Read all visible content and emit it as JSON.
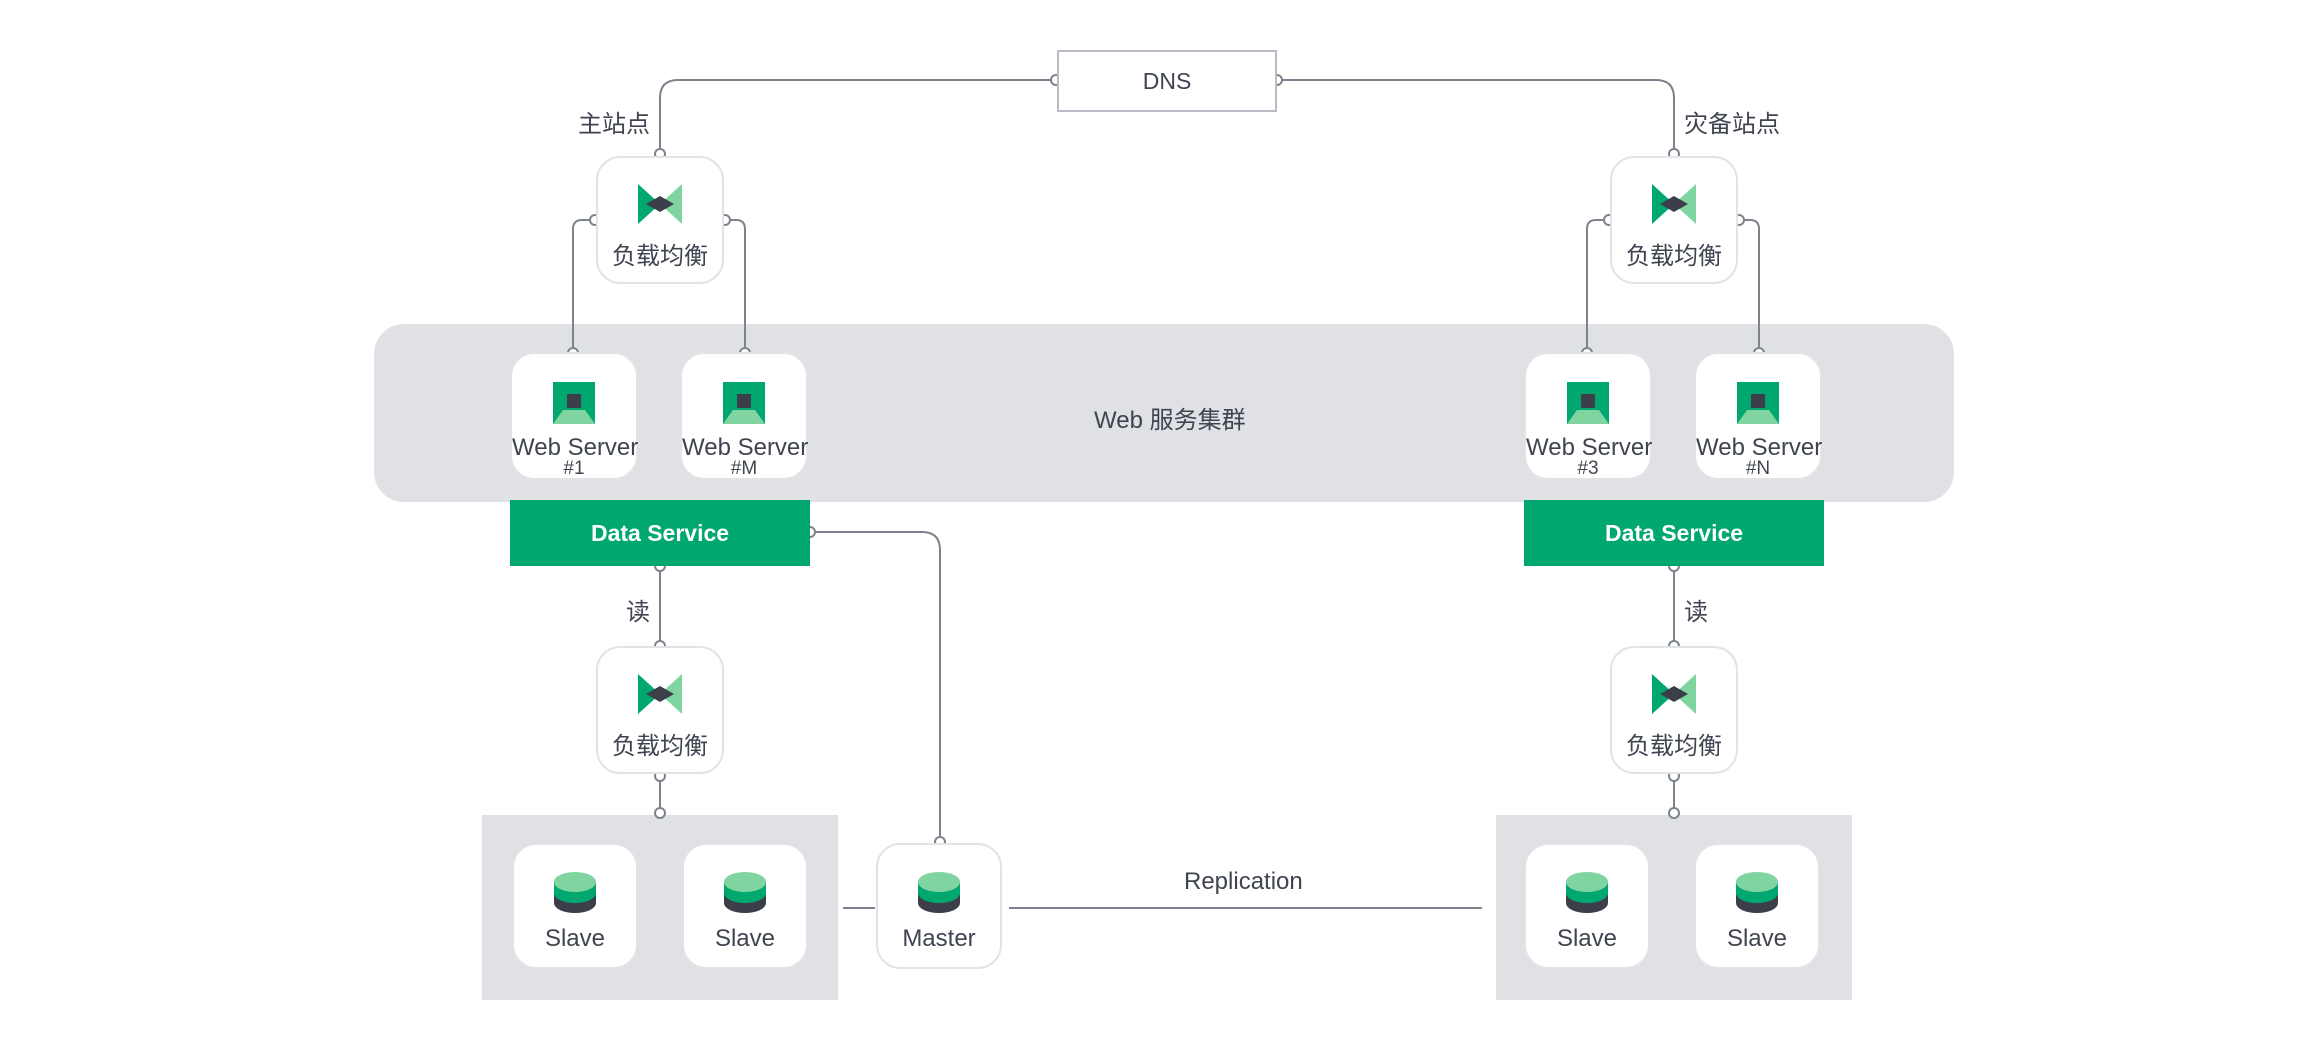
{
  "dns": "DNS",
  "site_main": "主站点",
  "site_backup": "灾备站点",
  "load_balancer": "负载均衡",
  "cluster_label": "Web 服务集群",
  "web_servers": [
    {
      "name": "Web Server",
      "id": "#1"
    },
    {
      "name": "Web Server",
      "id": "#M"
    },
    {
      "name": "Web Server",
      "id": "#3"
    },
    {
      "name": "Web Server",
      "id": "#N"
    }
  ],
  "data_service": "Data Service",
  "read": "读",
  "slave": "Slave",
  "master": "Master",
  "replication": "Replication",
  "colors": {
    "green": "#00a870",
    "light_green": "#7fd4a0",
    "dark": "#3c3f4a",
    "line": "#7d838d",
    "panel": "#dfe1e5"
  }
}
